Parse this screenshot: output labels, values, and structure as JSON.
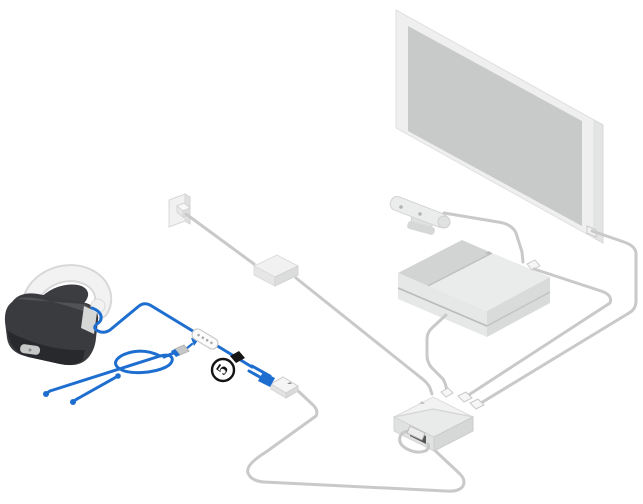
{
  "callout": {
    "label": "5"
  },
  "diagram": {
    "type": "hardware-setup-diagram",
    "subject": "vr-headset-connection-step",
    "device_names": [
      "power-outlet",
      "ac-adapter",
      "tv",
      "playstation-camera",
      "ps4-console",
      "processor-unit",
      "vr-headset",
      "inline-remote-control",
      "stereo-earbuds",
      "vr-connection-box"
    ],
    "highlighted_cables": [
      "vr-headset-cable",
      "earbuds-cable"
    ],
    "gray_cables": [
      "tv-hdmi-cable",
      "ps4-hdmi-cable",
      "camera-cable",
      "usb-cable",
      "power-cable",
      "connection-box-cable"
    ]
  },
  "colors": {
    "background": "#ffffff",
    "highlight_blue": "#1e6ed0",
    "cable_gray": "#c9c9c9",
    "device_light": "#eeeeee",
    "device_mid": "#e0e1e1",
    "screen_gray": "#c8c9c9",
    "visor_dark": "#3a3b3e",
    "callout_ink": "#141414"
  }
}
